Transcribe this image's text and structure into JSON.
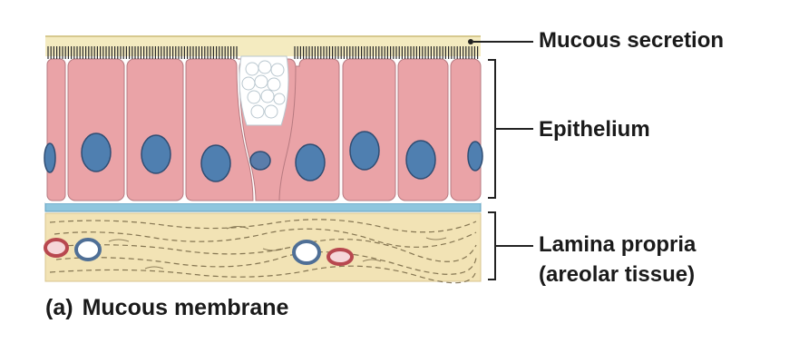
{
  "labels": {
    "mucous_secretion": "Mucous secretion",
    "epithelium": "Epithelium",
    "lamina_propria": "Lamina propria",
    "lamina_propria_sub": "(areolar tissue)"
  },
  "caption": {
    "tag": "(a)",
    "title": "Mucous membrane"
  },
  "colors": {
    "mucus": "#f4ebc0",
    "cell_fill": "#eaa3a7",
    "cell_border": "#ffffff",
    "nucleus": "#4f7fb0",
    "basement": "#8fc6de",
    "connective": "#f2e3b5",
    "goblet": "#ffffff",
    "vessel_red": "#b8484f",
    "vessel_blue": "#4f7fb0",
    "bracket": "#222222"
  }
}
